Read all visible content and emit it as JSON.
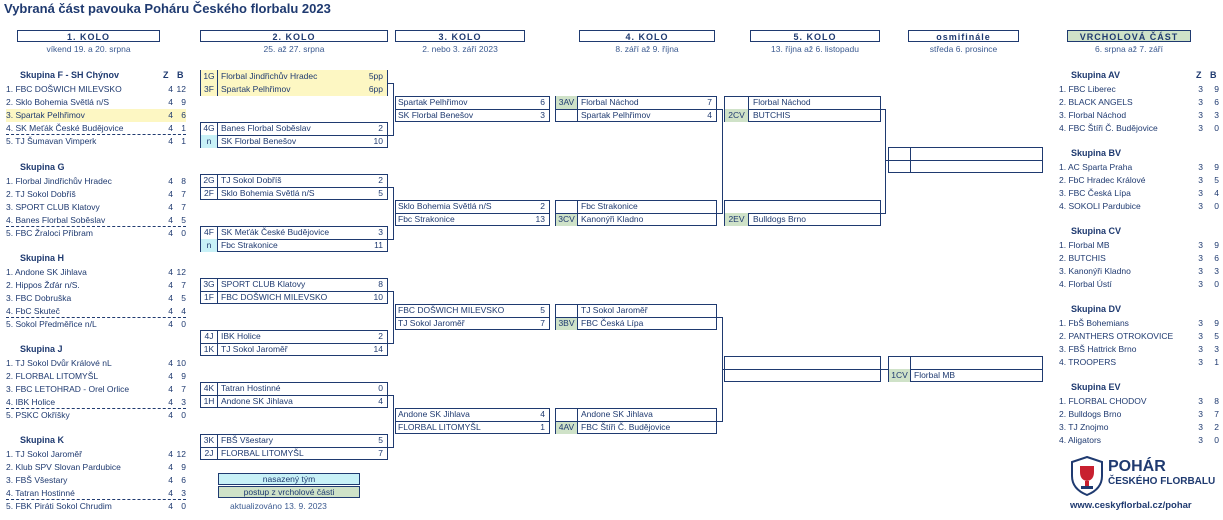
{
  "title": "Vybraná část pavouka Poháru Českého florbalu 2023",
  "rounds": [
    {
      "label": "1. KOLO",
      "sub": "víkend 19. a 20. srpna"
    },
    {
      "label": "2. KOLO",
      "sub": "25. až 27. srpna"
    },
    {
      "label": "3. KOLO",
      "sub": "2. nebo 3. září 2023"
    },
    {
      "label": "4. KOLO",
      "sub": "8. září až 9. října"
    },
    {
      "label": "5. KOLO",
      "sub": "13. října až 6. listopadu"
    },
    {
      "label": "osmifinále",
      "sub": "středa 6. prosince"
    },
    {
      "label": "VRCHOLOVÁ ČÁST",
      "sub": "6. srpna až 7. září"
    }
  ],
  "col_z": "Z",
  "col_b": "B",
  "groups_left": [
    {
      "name": "Skupina F - SH Chýnov",
      "rows": [
        {
          "n": "1. FBC DOŠWICH MILEVSKO",
          "z": "4",
          "b": "12"
        },
        {
          "n": "2. Sklo Bohemia Světlá n/S",
          "z": "4",
          "b": "9"
        },
        {
          "n": "3. Spartak Pelhřimov",
          "z": "4",
          "b": "6"
        },
        {
          "n": "4. SK Meťák České Budějovice",
          "z": "4",
          "b": "1"
        },
        {
          "n": "5. TJ Šumavan Vimperk",
          "z": "4",
          "b": "1"
        }
      ]
    },
    {
      "name": "Skupina G",
      "rows": [
        {
          "n": "1. Florbal Jindřichův Hradec",
          "z": "4",
          "b": "8"
        },
        {
          "n": "2. TJ Sokol Dobříš",
          "z": "4",
          "b": "7"
        },
        {
          "n": "3. SPORT CLUB Klatovy",
          "z": "4",
          "b": "7"
        },
        {
          "n": "4. Banes Florbal Soběslav",
          "z": "4",
          "b": "5"
        },
        {
          "n": "5. FBC Žraloci Příbram",
          "z": "4",
          "b": "0"
        }
      ]
    },
    {
      "name": "Skupina H",
      "rows": [
        {
          "n": "1. Andone SK Jihlava",
          "z": "4",
          "b": "12"
        },
        {
          "n": "2. Hippos Žďár n/S.",
          "z": "4",
          "b": "7"
        },
        {
          "n": "3. FBC Dobruška",
          "z": "4",
          "b": "5"
        },
        {
          "n": "4. FbC Skuteč",
          "z": "4",
          "b": "4"
        },
        {
          "n": "5. Sokol Předměřice n/L",
          "z": "4",
          "b": "0"
        }
      ]
    },
    {
      "name": "Skupina J",
      "rows": [
        {
          "n": "1. TJ Sokol Dvůr Králové nL",
          "z": "4",
          "b": "10"
        },
        {
          "n": "2. FLORBAL LITOMYŠL",
          "z": "4",
          "b": "9"
        },
        {
          "n": "3. FBC LETOHRAD - Orel Orlice",
          "z": "4",
          "b": "7"
        },
        {
          "n": "4. IBK Holice",
          "z": "4",
          "b": "3"
        },
        {
          "n": "5. PSKC Okříšky",
          "z": "4",
          "b": "0"
        }
      ]
    },
    {
      "name": "Skupina K",
      "rows": [
        {
          "n": "1. TJ Sokol Jaroměř",
          "z": "4",
          "b": "12"
        },
        {
          "n": "2. Klub SPV Slovan Pardubice",
          "z": "4",
          "b": "9"
        },
        {
          "n": "3. FBŠ Všestary",
          "z": "4",
          "b": "6"
        },
        {
          "n": "4. Tatran Hostinné",
          "z": "4",
          "b": "3"
        },
        {
          "n": "5. FBK Piráti Sokol Chrudim",
          "z": "4",
          "b": "0"
        }
      ]
    }
  ],
  "groups_right": [
    {
      "name": "Skupina AV",
      "rows": [
        {
          "n": "1. FBC Liberec",
          "z": "3",
          "b": "9"
        },
        {
          "n": "2. BLACK ANGELS",
          "z": "3",
          "b": "6"
        },
        {
          "n": "3. Florbal Náchod",
          "z": "3",
          "b": "3"
        },
        {
          "n": "4. FBC Štíři Č. Budějovice",
          "z": "3",
          "b": "0"
        }
      ]
    },
    {
      "name": "Skupina BV",
      "rows": [
        {
          "n": "1. AC Sparta Praha",
          "z": "3",
          "b": "9"
        },
        {
          "n": "2. FbC Hradec Králové",
          "z": "3",
          "b": "5"
        },
        {
          "n": "3. FBC Česká Lípa",
          "z": "3",
          "b": "4"
        },
        {
          "n": "4. SOKOLI Pardubice",
          "z": "3",
          "b": "0"
        }
      ]
    },
    {
      "name": "Skupina CV",
      "rows": [
        {
          "n": "1. Florbal MB",
          "z": "3",
          "b": "9"
        },
        {
          "n": "2. BUTCHIS",
          "z": "3",
          "b": "6"
        },
        {
          "n": "3. Kanonýři Kladno",
          "z": "3",
          "b": "3"
        },
        {
          "n": "4. Florbal Ústí",
          "z": "3",
          "b": "0"
        }
      ]
    },
    {
      "name": "Skupina DV",
      "rows": [
        {
          "n": "1. FbŠ Bohemians",
          "z": "3",
          "b": "9"
        },
        {
          "n": "2. PANTHERS OTROKOVICE",
          "z": "3",
          "b": "5"
        },
        {
          "n": "3. FBŠ Hattrick Brno",
          "z": "3",
          "b": "3"
        },
        {
          "n": "4. TROOPERS",
          "z": "3",
          "b": "1"
        }
      ]
    },
    {
      "name": "Skupina EV",
      "rows": [
        {
          "n": "1. FLORBAL CHODOV",
          "z": "3",
          "b": "8"
        },
        {
          "n": "2. Bulldogs Brno",
          "z": "3",
          "b": "7"
        },
        {
          "n": "3. TJ Znojmo",
          "z": "3",
          "b": "2"
        },
        {
          "n": "4. Aligators",
          "z": "3",
          "b": "0"
        }
      ]
    }
  ],
  "r2": [
    {
      "code": "1G",
      "team": "Florbal Jindřichův Hradec",
      "score": "5pp"
    },
    {
      "code": "3F",
      "team": "Spartak Pelhřimov",
      "score": "6pp"
    },
    {
      "code": "4G",
      "team": "Banes Florbal Soběslav",
      "score": "2"
    },
    {
      "code": "n",
      "team": "SK Florbal Benešov",
      "score": "10"
    },
    {
      "code": "2G",
      "team": "TJ Sokol Dobříš",
      "score": "2"
    },
    {
      "code": "2F",
      "team": "Sklo Bohemia Světlá n/S",
      "score": "5"
    },
    {
      "code": "4F",
      "team": "SK Meťák České Budějovice",
      "score": "3"
    },
    {
      "code": "n",
      "team": "Fbc Strakonice",
      "score": "11"
    },
    {
      "code": "3G",
      "team": "SPORT CLUB Klatovy",
      "score": "8"
    },
    {
      "code": "1F",
      "team": "FBC DOŠWICH MILEVSKO",
      "score": "10"
    },
    {
      "code": "4J",
      "team": "IBK Holice",
      "score": "2"
    },
    {
      "code": "1K",
      "team": "TJ Sokol Jaroměř",
      "score": "14"
    },
    {
      "code": "4K",
      "team": "Tatran Hostinné",
      "score": "0"
    },
    {
      "code": "1H",
      "team": "Andone SK Jihlava",
      "score": "4"
    },
    {
      "code": "3K",
      "team": "FBŠ Všestary",
      "score": "5"
    },
    {
      "code": "2J",
      "team": "FLORBAL LITOMYŠL",
      "score": "7"
    }
  ],
  "r3": [
    {
      "team": "Spartak Pelhřimov",
      "score": "6"
    },
    {
      "team": "SK Florbal Benešov",
      "score": "3"
    },
    {
      "team": "Sklo Bohemia Světlá n/S",
      "score": "2"
    },
    {
      "team": "Fbc Strakonice",
      "score": "13"
    },
    {
      "team": "FBC DOŠWICH MILEVSKO",
      "score": "5"
    },
    {
      "team": "TJ Sokol Jaroměř",
      "score": "7"
    },
    {
      "team": "Andone SK Jihlava",
      "score": "4"
    },
    {
      "team": "FLORBAL LITOMYŠL",
      "score": "1"
    }
  ],
  "r4": [
    {
      "code": "3AV",
      "team": "Florbal Náchod",
      "score": "7"
    },
    {
      "code": "",
      "team": "Spartak Pelhřimov",
      "score": "4"
    },
    {
      "code": "",
      "team": "Fbc Strakonice",
      "score": ""
    },
    {
      "code": "3CV",
      "team": "Kanonýři Kladno",
      "score": ""
    },
    {
      "code": "",
      "team": "TJ Sokol Jaroměř",
      "score": ""
    },
    {
      "code": "3BV",
      "team": "FBC Česká Lípa",
      "score": ""
    },
    {
      "code": "",
      "team": "Andone SK Jihlava",
      "score": ""
    },
    {
      "code": "4AV",
      "team": "FBC Štíři Č. Budějovice",
      "score": ""
    }
  ],
  "r5": [
    {
      "code": "",
      "team": "Florbal Náchod"
    },
    {
      "code": "2CV",
      "team": "BUTCHIS"
    },
    {
      "code": "2EV",
      "team": "Bulldogs Brno"
    },
    {
      "code": "1CV",
      "team": "Florbal MB"
    }
  ],
  "legend": {
    "seeded": "nasazený tým",
    "top": "postup z vrcholové části",
    "updated": "aktualizováno 13. 9. 2023"
  },
  "logo": {
    "line1": "POHÁR",
    "line2": "ČESKÉHO FLORBALU",
    "url": "www.ceskyflorbal.cz/pohar"
  },
  "colors": {
    "navy": "#1f3a70",
    "yellow": "#fdf7c3",
    "cyan": "#c8f1f7",
    "green": "#cfe2c8"
  }
}
